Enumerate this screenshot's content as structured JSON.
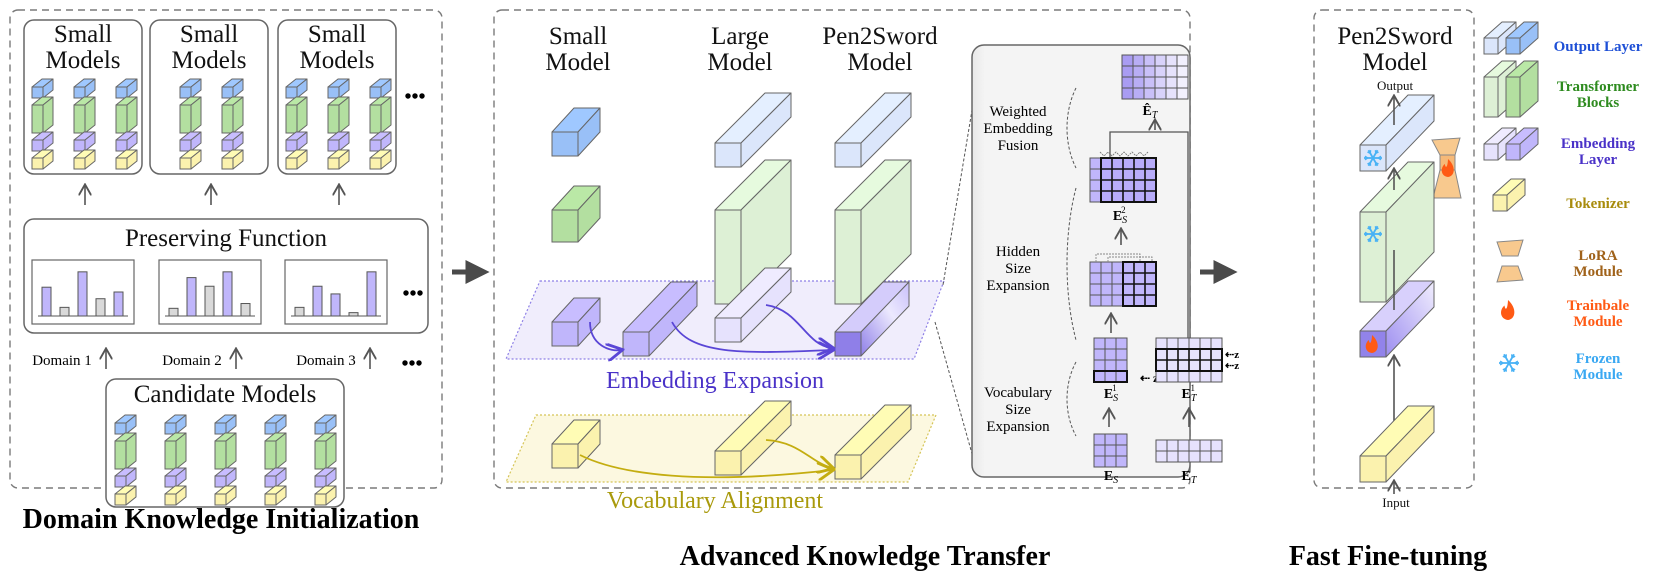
{
  "colors": {
    "output_layer": "#99c0f7",
    "output_layer_light": "#dbe6fb",
    "transformer": "#b3dfa0",
    "transformer_light": "#ddf0d5",
    "embedding": "#c0b6fb",
    "embedding_light": "#e6e2fd",
    "embedding_dark": "#8f7fe8",
    "tokenizer": "#fbf2ae",
    "lora": "#f8c98e",
    "trainable": "#ff5a14",
    "frozen": "#49b2f5",
    "legend_output": "#1d4fd6",
    "legend_transformer": "#2e8b1f",
    "legend_embedding": "#4a32c8",
    "legend_tokenizer": "#a88c0c",
    "legend_lora": "#a0621a",
    "legend_trainable": "#ff5a14",
    "legend_frozen": "#3aa8f2",
    "embedding_expansion_text": "#4a32c8",
    "vocab_alignment_text": "#a99a0c"
  },
  "section1": {
    "small_models_title_l1": "Small",
    "small_models_title_l2": "Models",
    "small_model_group_counts": [
      3,
      2,
      3
    ],
    "ellipsis": "•••",
    "preserving_function": {
      "title": "Preserving Function",
      "charts": [
        {
          "bars": [
            0.6,
            0.18,
            0.92,
            0.36,
            0.5
          ],
          "highlight": [
            true,
            false,
            true,
            false,
            true
          ]
        },
        {
          "bars": [
            0.16,
            0.8,
            0.62,
            0.92,
            0.26
          ],
          "highlight": [
            false,
            true,
            false,
            true,
            false
          ]
        },
        {
          "bars": [
            0.18,
            0.62,
            0.46,
            0.07,
            0.92
          ],
          "highlight": [
            false,
            true,
            true,
            false,
            true
          ]
        }
      ]
    },
    "domains": [
      "Domain 1",
      "Domain 2",
      "Domain 3"
    ],
    "candidate_models_title": "Candidate Models",
    "candidate_model_count": 5,
    "caption": "Domain Knowledge Initialization"
  },
  "section2": {
    "col_small_l1": "Small",
    "col_small_l2": "Model",
    "col_large_l1": "Large",
    "col_large_l2": "Model",
    "col_p2s_l1": "Pen2Sword",
    "col_p2s_l2": "Model",
    "embedding_expansion": "Embedding Expansion",
    "vocabulary_alignment": "Vocabulary Alignment",
    "detail": {
      "weighted_fusion": [
        "Weighted",
        "Embedding",
        "Fusion"
      ],
      "hidden_size": [
        "Hidden",
        "Size",
        "Expansion"
      ],
      "vocab_size": [
        "Vocabulary",
        "Size",
        "Expansion"
      ],
      "labels": {
        "E_T_hat": "Ê",
        "E_S2": "E",
        "E_S1": "E",
        "E_T1": "E",
        "E_S": "E",
        "E_T": "E",
        "sub_S": "S",
        "sub_T": "T",
        "sup_1": "1",
        "sup_2": "2",
        "z": "z"
      }
    },
    "caption": "Advanced Knowledge Transfer"
  },
  "section3": {
    "title_l1": "Pen2Sword",
    "title_l2": "Model",
    "output_label": "Output",
    "input_label": "Input",
    "caption": "Fast Fine-tuning"
  },
  "legend": [
    {
      "id": "output",
      "l1": "Output Layer",
      "l2": ""
    },
    {
      "id": "transformer",
      "l1": "Transformer",
      "l2": "Blocks"
    },
    {
      "id": "embedding",
      "l1": "Embedding",
      "l2": "Layer"
    },
    {
      "id": "tokenizer",
      "l1": "Tokenizer",
      "l2": ""
    },
    {
      "id": "lora",
      "l1": "LoRA",
      "l2": "Module"
    },
    {
      "id": "trainable",
      "l1": "Trainbale",
      "l2": "Module"
    },
    {
      "id": "frozen",
      "l1": "Frozen",
      "l2": "Module"
    }
  ]
}
